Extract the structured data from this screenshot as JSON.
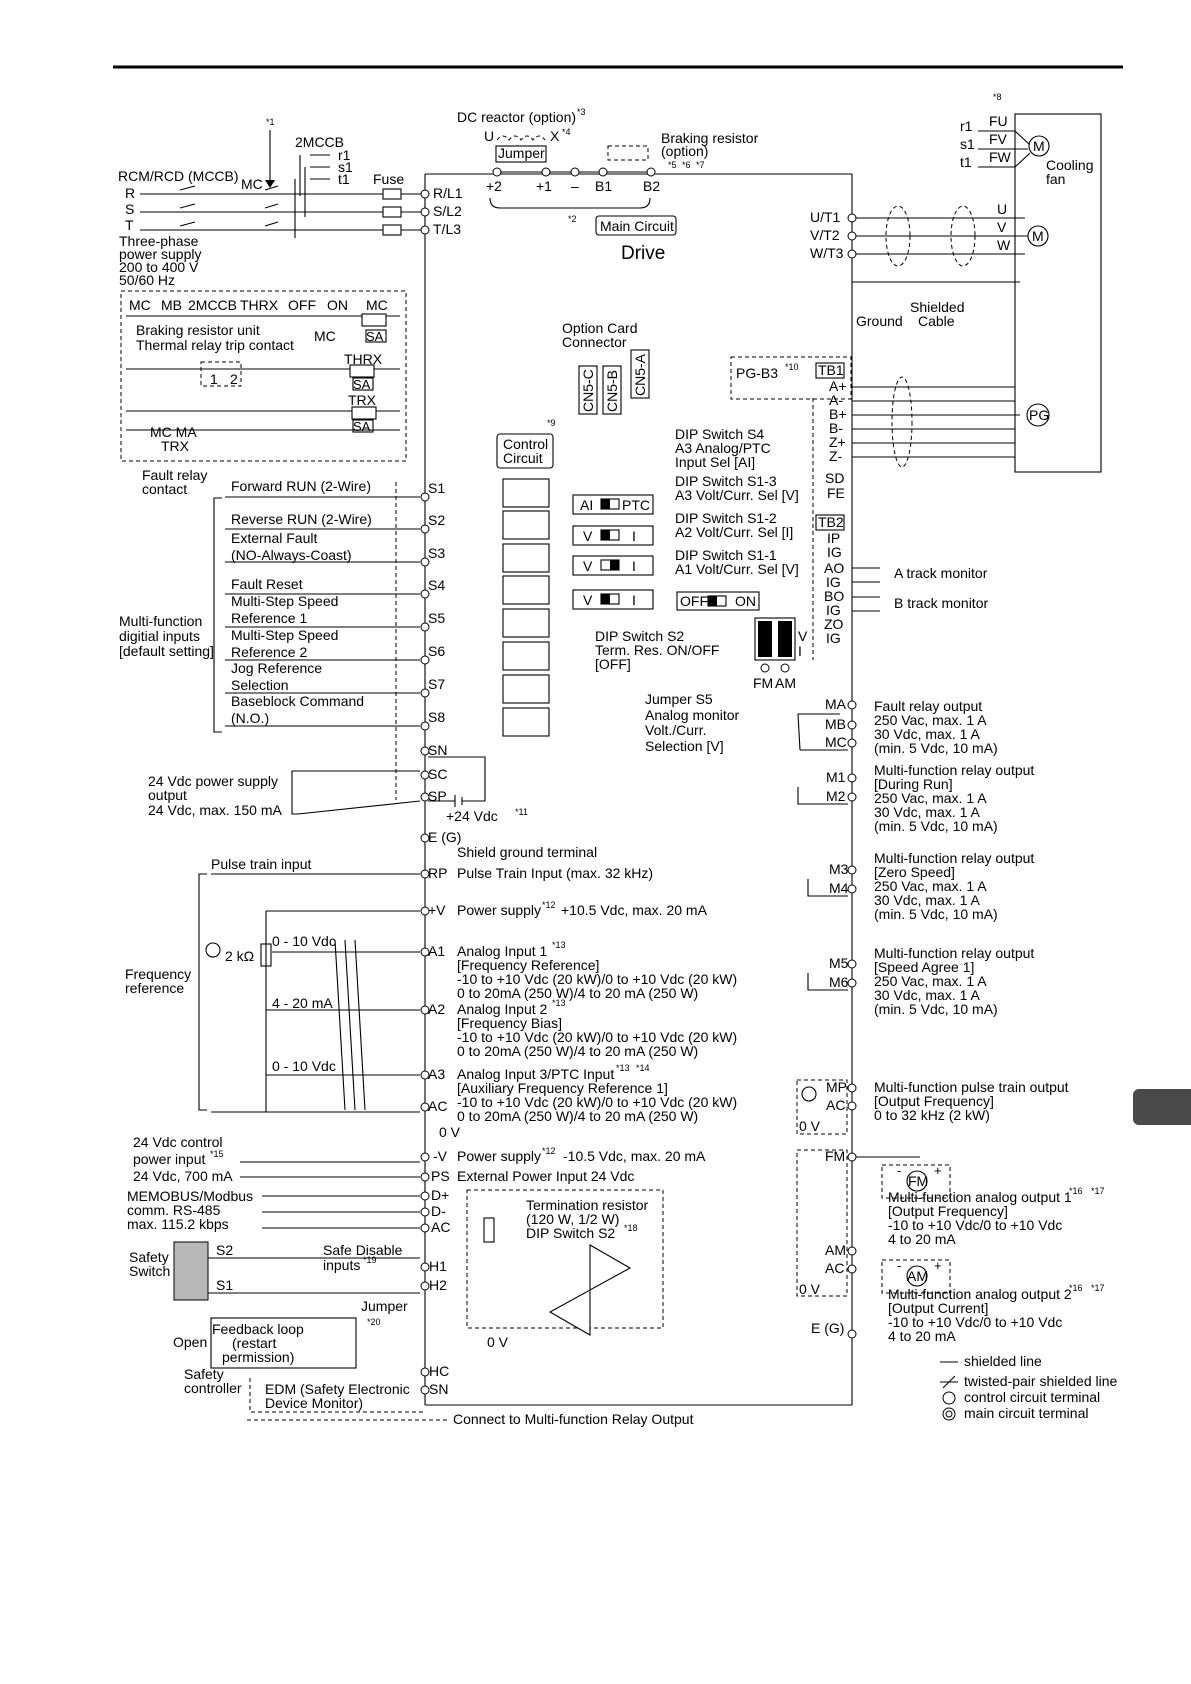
{
  "page": {
    "section_tab_color": "#4a4a4a"
  },
  "diagram": {
    "drive_label": "Drive",
    "main_circuit": "Main Circuit",
    "control_circuit": [
      "Control",
      "Circuit"
    ],
    "option_card": [
      "Option Card",
      "Connector"
    ],
    "cn_labels": [
      "CN5-C",
      "CN5-B",
      "CN5-A"
    ],
    "power_in": {
      "notes": [
        "*1",
        "*2",
        "*3",
        "*4",
        "*5",
        "*6",
        "*7",
        "*8",
        "*9",
        "*10",
        "*11",
        "*12",
        "*13",
        "*14",
        "*15",
        "*16",
        "*17",
        "*18",
        "*19",
        "*20"
      ],
      "mccb2": "2MCCB",
      "rcm": "RCM/RCD (MCCB)",
      "mc": "MC",
      "fuse": "Fuse",
      "r_labels": [
        "R",
        "S",
        "T"
      ],
      "rst_small": [
        "r1",
        "s1",
        "t1"
      ],
      "supply": [
        "Three-phase",
        "power supply",
        "200 to 400 V",
        "50/60 Hz"
      ],
      "terminals": [
        "R/L1",
        "S/L2",
        "T/L3"
      ]
    },
    "dc_bus": {
      "reactor": "DC reactor (option)",
      "u": "U",
      "x": "X",
      "jumper": "Jumper",
      "braking_resistor": [
        "Braking resistor",
        "(option)"
      ],
      "terminals": [
        "+2",
        "+1",
        "–",
        "B1",
        "B2"
      ]
    },
    "brake_unit": {
      "top_labels": [
        "MC",
        "MB",
        "2MCCB",
        "THRX",
        "OFF",
        "ON",
        "MC"
      ],
      "line1": "Braking resistor unit",
      "line2": "Thermal relay trip contact",
      "mc2": "MC",
      "thrx": "THRX",
      "trx": "TRX",
      "sa": "SA",
      "contact_1": "1",
      "contact_2": "2",
      "mc_ma": "MC MA",
      "trx2": "TRX",
      "fault_relay": [
        "Fault relay",
        "contact"
      ]
    },
    "fan": {
      "inputs": [
        "r1",
        "s1",
        "t1"
      ],
      "terms": [
        "FU",
        "FV",
        "FW"
      ],
      "label": [
        "Cooling",
        "fan"
      ],
      "motor": "M"
    },
    "output": {
      "terminals": [
        "U/T1",
        "V/T2",
        "W/T3"
      ],
      "motor_terms": [
        "U",
        "V",
        "W"
      ],
      "motor": "M",
      "ground": "Ground",
      "shielded": [
        "Shielded",
        "Cable"
      ]
    },
    "pg": {
      "card": "PG-B3",
      "tb1": "TB1",
      "tb1_terms": [
        "A+",
        "A-",
        "B+",
        "B-",
        "Z+",
        "Z-",
        "SD",
        "FE"
      ],
      "tb2": "TB2",
      "tb2_terms": [
        "IP",
        "IG",
        "AO",
        "IG",
        "BO",
        "IG",
        "ZO",
        "IG"
      ],
      "pg_label": "PG",
      "a_track": "A track monitor",
      "b_track": "B track monitor"
    },
    "dip": {
      "s4": [
        "DIP Switch S4",
        "A3 Analog/PTC",
        "Input Sel [AI]"
      ],
      "s13": [
        "DIP Switch S1-3",
        "A3 Volt/Curr. Sel [V]"
      ],
      "s12": [
        "DIP Switch S1-2",
        "A2 Volt/Curr. Sel [I]"
      ],
      "s11": [
        "DIP Switch S1-1",
        "A1 Volt/Curr. Sel [V]"
      ],
      "ai_ptc": [
        "AI",
        "PTC"
      ],
      "v_i": [
        "V",
        "I"
      ],
      "off_on": [
        "OFF",
        "ON"
      ],
      "s2": [
        "DIP Switch S2",
        "Term. Res. ON/OFF",
        "[OFF]"
      ],
      "s5": [
        "Jumper S5",
        "Analog monitor",
        "Volt./Curr.",
        "Selection [V]"
      ],
      "fm_am": [
        "FM",
        "AM"
      ]
    },
    "digital_inputs": {
      "group_label": [
        "Multi-function",
        "digitial inputs",
        "[default setting]"
      ],
      "items": [
        {
          "name": [
            "Forward RUN (2-Wire)"
          ],
          "term": "S1"
        },
        {
          "name": [
            "Reverse RUN (2-Wire)"
          ],
          "term": "S2"
        },
        {
          "name": [
            "External Fault",
            "(NO-Always-Coast)"
          ],
          "term": "S3"
        },
        {
          "name": [
            "Fault Reset"
          ],
          "term": "S4"
        },
        {
          "name": [
            "Multi-Step Speed",
            "Reference 1"
          ],
          "term": "S5"
        },
        {
          "name": [
            "Multi-Step Speed",
            "Reference 2"
          ],
          "term": "S6"
        },
        {
          "name": [
            "Jog Reference",
            "Selection"
          ],
          "term": "S7"
        },
        {
          "name": [
            "Baseblock Command",
            "(N.O.)"
          ],
          "term": "S8"
        }
      ],
      "sn": "SN",
      "sc": "SC",
      "sp": "SP",
      "supply_out": [
        "24 Vdc power supply",
        "output",
        "24 Vdc, max. 150 mA"
      ],
      "plus24": "+24 Vdc"
    },
    "analog": {
      "eg": "E (G)",
      "shield_gnd": "Shield ground terminal",
      "pulse_train": "Pulse train input",
      "rp": "RP",
      "rp_desc": "Pulse Train Input (max. 32 kHz)",
      "pv": "+V",
      "pv_desc": "Power supply",
      "pv_desc2": "+10.5 Vdc, max. 20 mA",
      "freq_ref": [
        "Frequency",
        "reference"
      ],
      "pot": "2 kΩ",
      "v1": "0 - 10 Vdc",
      "a1": "A1",
      "a1_desc": [
        "Analog Input 1",
        "[Frequency Reference]",
        "-10 to +10 Vdc (20 kW)/0 to +10 Vdc (20 kW)",
        "0 to 20mA (250 W)/4 to 20 mA (250 W)"
      ],
      "i1": "4 - 20 mA",
      "a2": "A2",
      "a2_desc": [
        "Analog Input 2",
        "[Frequency Bias]",
        "-10 to +10 Vdc (20 kW)/0 to +10 Vdc (20 kW)",
        "0 to 20mA (250 W)/4 to 20 mA (250 W)"
      ],
      "v3": "0 - 10 Vdc",
      "a3": "A3",
      "a3_desc": [
        "Analog Input 3/PTC Input",
        "[Auxiliary Frequency Reference 1]",
        "-10 to +10 Vdc (20 kW)/0 to +10 Vdc (20 kW)",
        "0 to 20mA (250 W)/4 to 20 mA (250 W)"
      ],
      "ac": "AC",
      "zero_v": "0 V",
      "mv": "-V",
      "mv_desc": "Power supply",
      "mv_desc2": "-10.5 Vdc, max. 20 mA",
      "ps": "PS",
      "ps_desc": "External Power Input 24 Vdc",
      "ctrl_in": [
        "24 Vdc control",
        "power input",
        "24 Vdc, 700 mA"
      ]
    },
    "comm": {
      "label": [
        "MEMOBUS/Modbus",
        "comm. RS-485",
        "max. 115.2 kbps"
      ],
      "terms": [
        "D+",
        "D-",
        "AC"
      ],
      "term_res": [
        "Termination resistor",
        "(120 W, 1/2 W)",
        "DIP Switch S2"
      ],
      "zero_v": "0 V"
    },
    "safety": {
      "switch": [
        "Safety",
        "Switch"
      ],
      "s2": "S2",
      "s1": "S1",
      "safe_disable": [
        "Safe Disable",
        "inputs"
      ],
      "jumper": "Jumper",
      "h1": "H1",
      "h2": "H2",
      "hc": "HC",
      "sn": "SN",
      "open": "Open",
      "feedback": [
        "Feedback loop",
        "(restart",
        "permission)"
      ],
      "controller": [
        "Safety",
        "controller"
      ],
      "edm": [
        "EDM (Safety Electronic",
        "Device Monitor)"
      ],
      "connect": "Connect to Multi-function Relay Output"
    },
    "relays": {
      "fault": {
        "terms": [
          "MA",
          "MB",
          "MC"
        ],
        "desc": [
          "Fault relay output",
          "250 Vac, max. 1 A",
          "30 Vdc, max. 1 A",
          "(min. 5 Vdc, 10 mA)"
        ]
      },
      "m12": {
        "terms": [
          "M1",
          "M2"
        ],
        "desc": [
          "Multi-function relay output",
          "[During Run]",
          "250 Vac, max. 1 A",
          "30 Vdc, max. 1 A",
          "(min. 5 Vdc, 10 mA)"
        ]
      },
      "m34": {
        "terms": [
          "M3",
          "M4"
        ],
        "desc": [
          "Multi-function relay output",
          "[Zero Speed]",
          "250 Vac, max. 1 A",
          "30 Vdc, max. 1 A",
          "(min. 5 Vdc, 10 mA)"
        ]
      },
      "m56": {
        "terms": [
          "M5",
          "M6"
        ],
        "desc": [
          "Multi-function relay output",
          "[Speed Agree 1]",
          "250 Vac, max. 1 A",
          "30 Vdc, max. 1 A",
          "(min. 5 Vdc, 10 mA)"
        ]
      }
    },
    "outputs": {
      "mp": "MP",
      "ac": "AC",
      "zero_v": "0 V",
      "pulse_desc": [
        "Multi-function pulse train output",
        "[Output Frequency]",
        "0 to 32 kHz (2 kW)"
      ],
      "fm": "FM",
      "fm_meter": "FM",
      "fm_desc": [
        "Multi-function analog output 1",
        "[Output Frequency]",
        "-10 to +10 Vdc/0 to +10 Vdc",
        "4 to 20 mA"
      ],
      "am": "AM",
      "am_meter": "AM",
      "am_desc": [
        "Multi-function analog output 2",
        "[Output Current]",
        "-10 to +10 Vdc/0 to +10 Vdc",
        "4 to 20 mA"
      ],
      "eg": "E (G)",
      "plus": "+",
      "minus": "-"
    },
    "legend": [
      "shielded line",
      "twisted-pair shielded line",
      "control circuit terminal",
      "main circuit terminal"
    ]
  }
}
